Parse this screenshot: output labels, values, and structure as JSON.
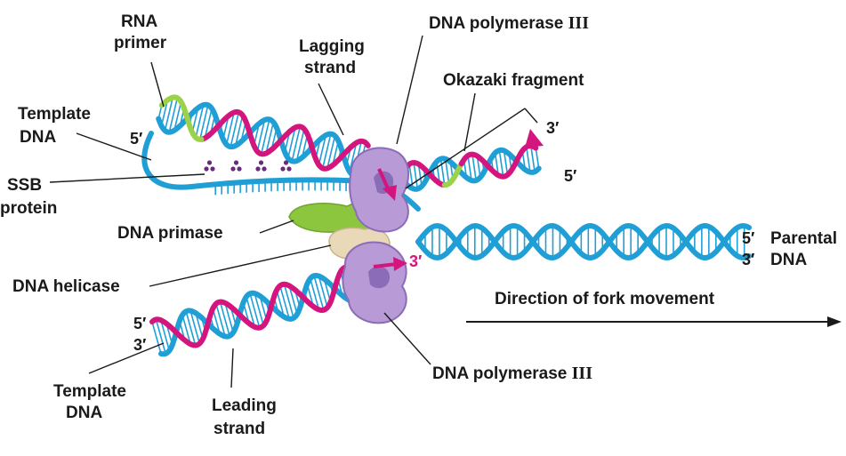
{
  "colors": {
    "blue_strand": "#1f9fd6",
    "pink_strand": "#d4157d",
    "green_primer": "#9bd24a",
    "polymerase": "#b89ad6",
    "polymerase_dark": "#8a6cb8",
    "primase": "#8cc63f",
    "helicase": "#ead9b8",
    "ssb": "#6a2a7a"
  },
  "labels": {
    "rna_primer_1": "RNA",
    "rna_primer_2": "primer",
    "lagging_1": "Lagging",
    "lagging_2": "strand",
    "poly_top_prefix": "DNA polymerase ",
    "poly_top_roman": "III",
    "okazaki": "Okazaki fragment",
    "template_top_1": "Template",
    "template_top_2": "DNA",
    "ssb_1": "SSB",
    "ssb_2": "protein",
    "primase": "DNA primase",
    "helicase": "DNA helicase",
    "parental_1": "Parental",
    "parental_2": "DNA",
    "direction": "Direction of fork movement",
    "template_bottom_1": "Template",
    "template_bottom_2": "DNA",
    "leading_1": "Leading",
    "leading_2": "strand",
    "poly_bottom_prefix": "DNA polymerase ",
    "poly_bottom_roman": "III"
  },
  "ends": {
    "top_left_5": "5′",
    "okazaki_3": "3′",
    "okazaki_5": "5′",
    "parental_5": "5′",
    "parental_3": "3′",
    "leading_new_3": "3′",
    "bottom_left_5": "5′",
    "bottom_left_3": "3′"
  }
}
